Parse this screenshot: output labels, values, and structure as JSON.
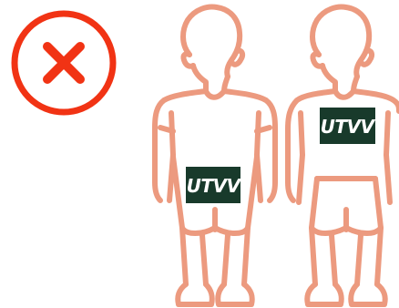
{
  "colors": {
    "forbidden_red": "#f13314",
    "outline_salmon": "#ec9a7f",
    "patch_green": "#183a2b",
    "patch_text": "#ffffff",
    "background": "#ffffff"
  },
  "indicator": {
    "icon": "cross-circle-icon",
    "meaning": "incorrect"
  },
  "figures": [
    {
      "icon": "person-outline-icon",
      "patch_label": "UTVV",
      "patch_position": "hip"
    },
    {
      "icon": "person-outline-icon",
      "patch_label": "UTVV",
      "patch_position": "chest"
    }
  ]
}
